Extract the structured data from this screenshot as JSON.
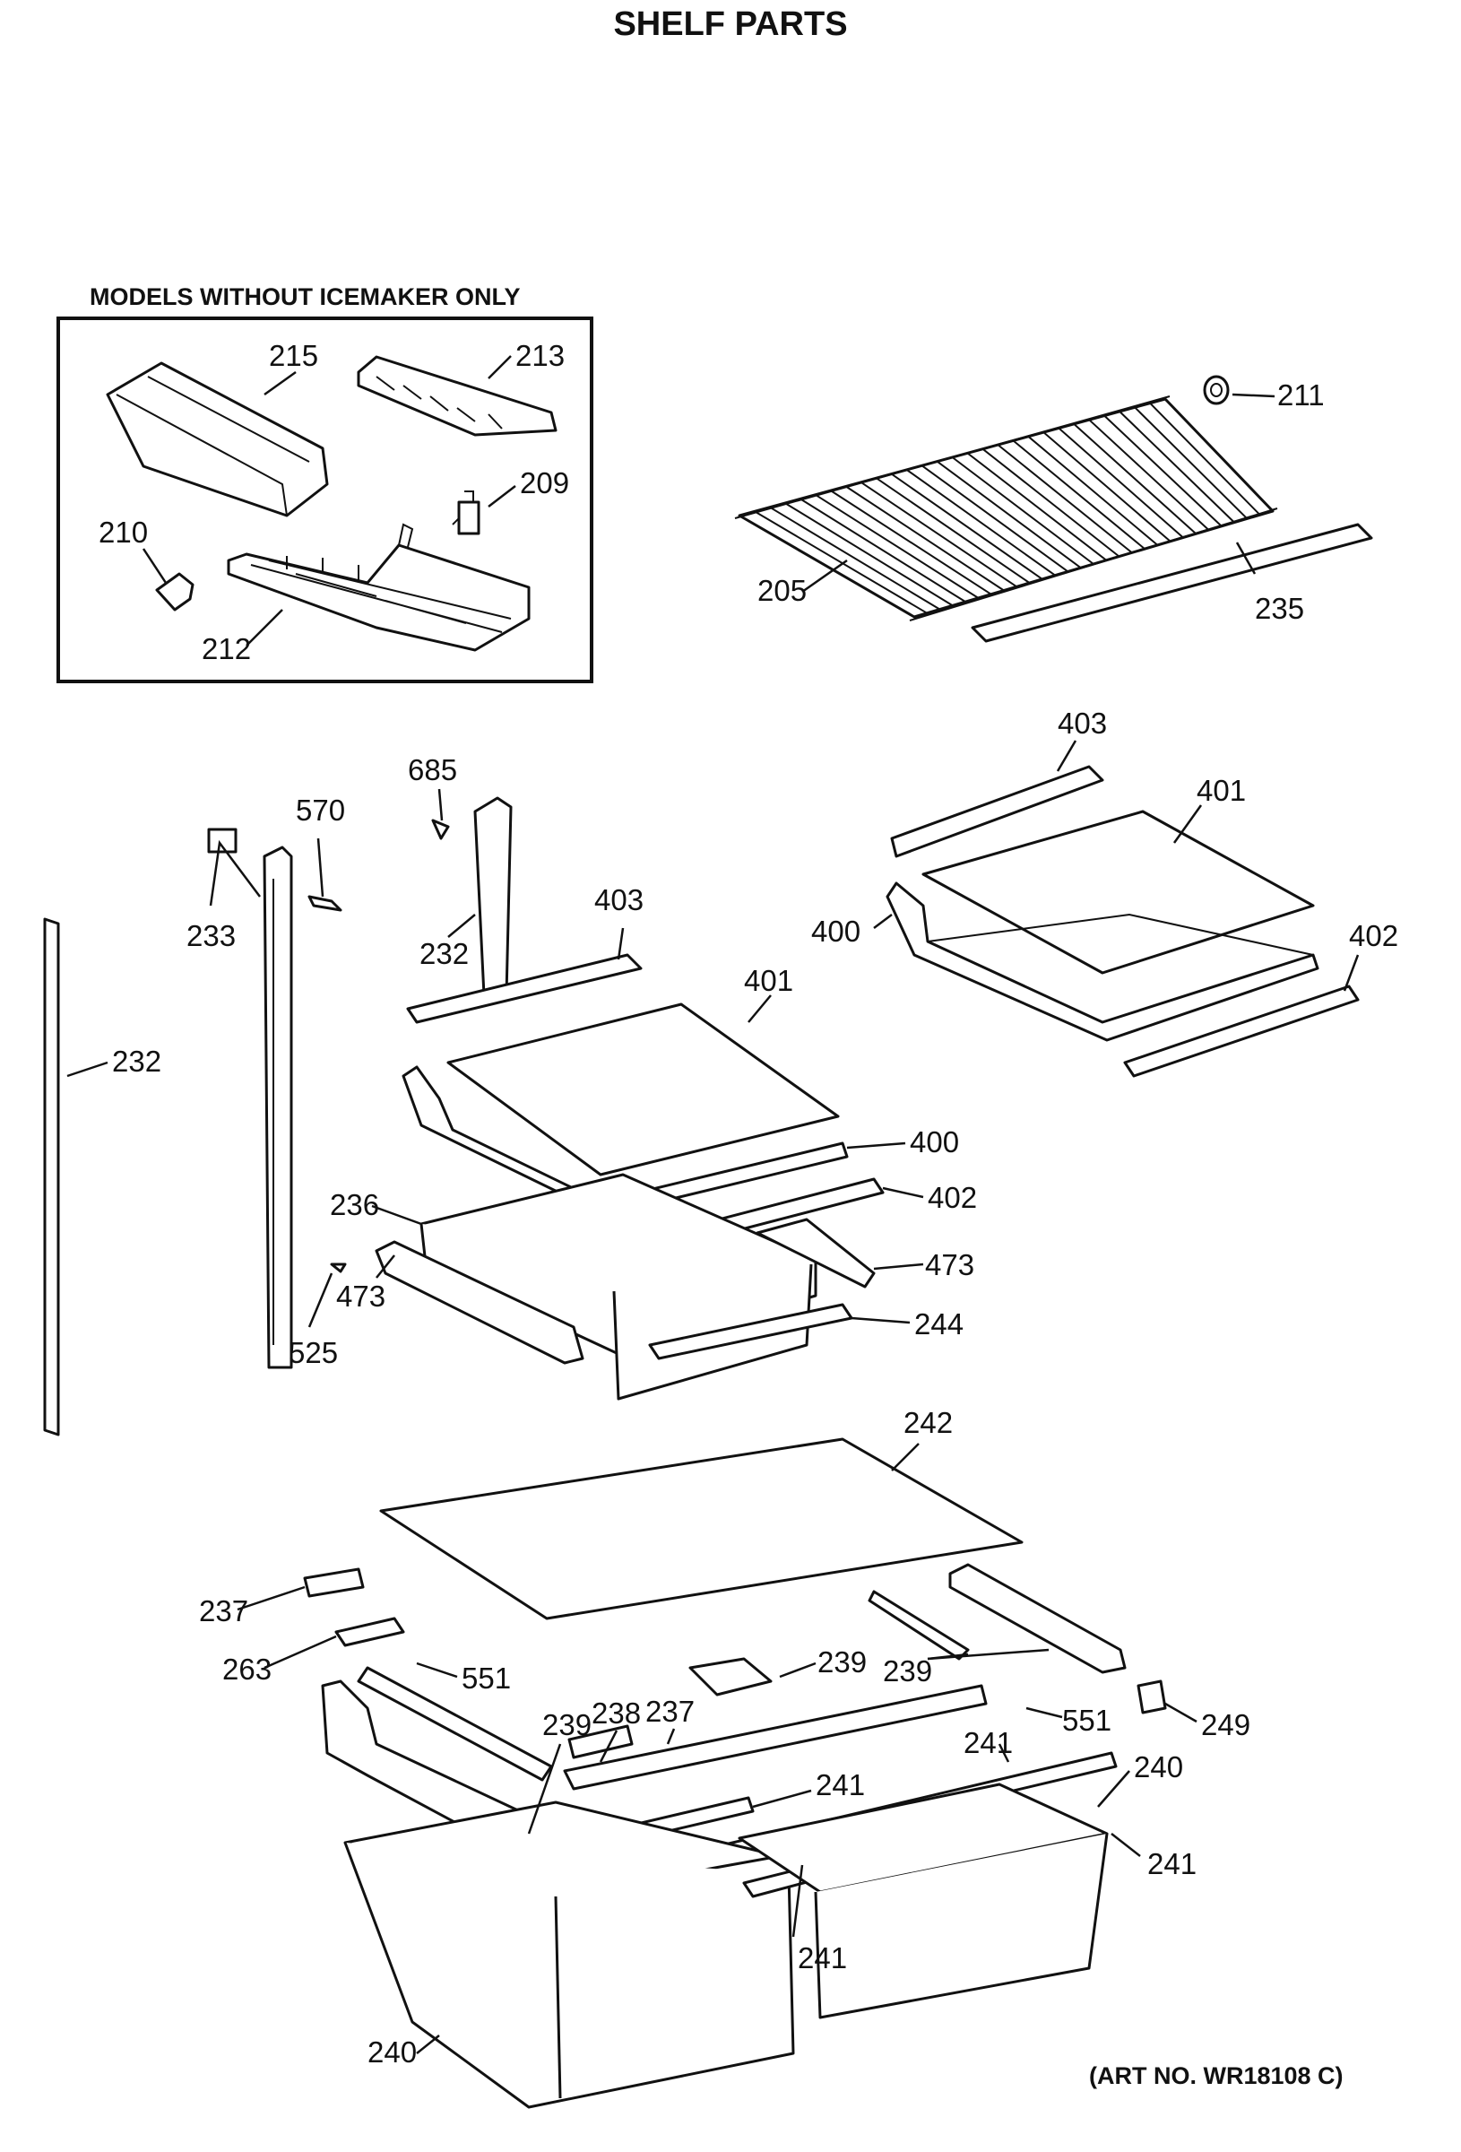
{
  "title": "SHELF PARTS",
  "inset_title": "MODELS WITHOUT ICEMAKER ONLY",
  "art_number": "(ART NO. WR18108 C)",
  "part_labels": {
    "p215": "215",
    "p213": "213",
    "p209": "209",
    "p210": "210",
    "p212": "212",
    "p211": "211",
    "p205": "205",
    "p235": "235",
    "p403a": "403",
    "p401a": "401",
    "p400a": "400",
    "p402a": "402",
    "p685": "685",
    "p570": "570",
    "p233": "233",
    "p232a": "232",
    "p232b": "232",
    "p403b": "403",
    "p401b": "401",
    "p400b": "400",
    "p402b": "402",
    "p236": "236",
    "p473a": "473",
    "p473b": "473",
    "p525": "525",
    "p244": "244",
    "p242": "242",
    "p237a": "237",
    "p263": "263",
    "p551a": "551",
    "p239a": "239",
    "p239b": "239",
    "p239c": "239",
    "p238": "238",
    "p237b": "237",
    "p551b": "551",
    "p249": "249",
    "p241a": "241",
    "p241b": "241",
    "p241c": "241",
    "p241d": "241",
    "p240a": "240",
    "p240b": "240"
  }
}
